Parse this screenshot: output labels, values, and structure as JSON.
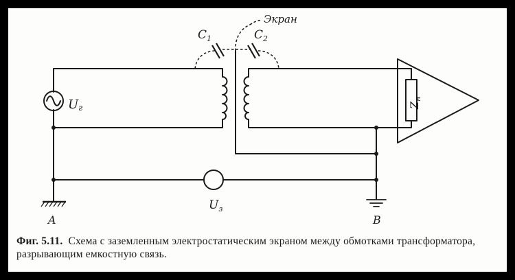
{
  "labels": {
    "shield": "Экран",
    "c1": "C",
    "c1_sub": "1",
    "c2": "C",
    "c2_sub": "2",
    "source": "U",
    "source_sub": "г",
    "load": "Z",
    "load_sub": "н",
    "meter": "U",
    "meter_sub": "з",
    "node_a": "A",
    "node_b": "B"
  },
  "caption": {
    "number": "Фиг. 5.11.",
    "text": "Схема с заземленным электростатическим экраном между обмотками трансформатора, разрывающим емкостную связь."
  },
  "colors": {
    "ink": "#1a1a1a",
    "paper": "#fdfdfb",
    "frame": "#000000"
  }
}
